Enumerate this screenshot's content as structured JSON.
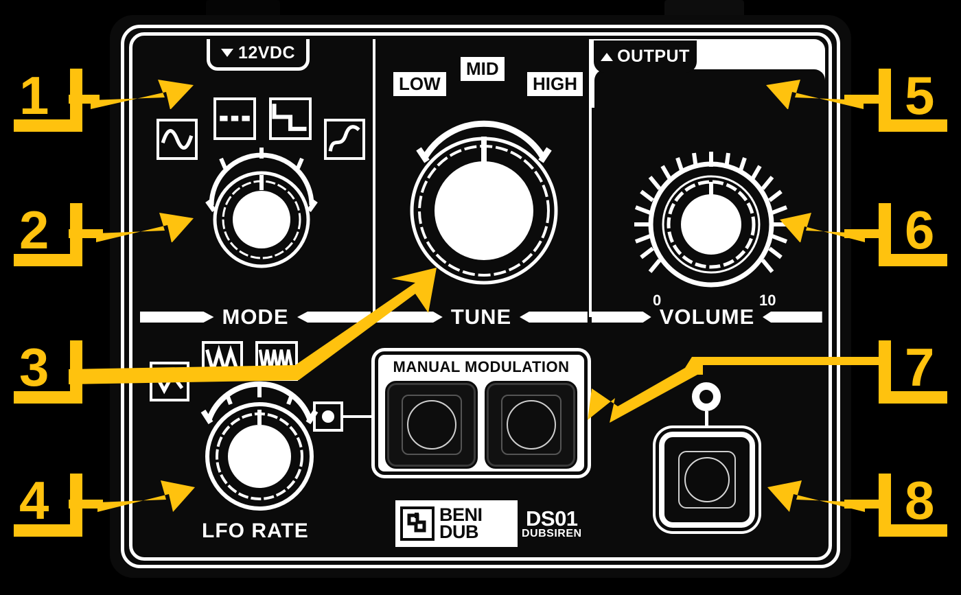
{
  "device": {
    "brand_line1": "BENI",
    "brand_line2": "DUB",
    "model": "DS01",
    "model_sub": "DUBSIREN"
  },
  "connectors": {
    "power_label": "12VDC",
    "power_icon": "triangle-down-icon",
    "output_label": "OUTPUT",
    "output_icon": "triangle-up-icon"
  },
  "sections": {
    "mode": {
      "label": "MODE",
      "icons": [
        "sine-wave-icon",
        "dashed-pulse-icon",
        "square-step-icon",
        "s-curve-icon"
      ]
    },
    "tune": {
      "label": "TUNE",
      "range_labels": [
        "LOW",
        "MID",
        "HIGH"
      ]
    },
    "volume": {
      "label": "VOLUME",
      "scale_min": "0",
      "scale_max": "10"
    },
    "lfo": {
      "label": "LFO RATE",
      "icons": [
        "slow-triangle-icon",
        "medium-triangle-icon",
        "fast-triangle-icon",
        "led-dot-icon"
      ]
    },
    "manual_modulation": {
      "label": "MANUAL MODULATION",
      "buttons": [
        "mod-button-left",
        "mod-button-right"
      ]
    },
    "footswitch": {
      "led_name": "status-led",
      "switch_name": "bypass-footswitch"
    }
  },
  "callouts": [
    {
      "number": "1",
      "side": "left",
      "target": "power-jack-12vdc"
    },
    {
      "number": "2",
      "side": "left",
      "target": "mode-knob"
    },
    {
      "number": "3",
      "side": "left",
      "target": "tune-knob"
    },
    {
      "number": "4",
      "side": "left",
      "target": "lfo-rate-knob"
    },
    {
      "number": "5",
      "side": "right",
      "target": "output-jack"
    },
    {
      "number": "6",
      "side": "right",
      "target": "volume-knob"
    },
    {
      "number": "7",
      "side": "right",
      "target": "manual-modulation-buttons"
    },
    {
      "number": "8",
      "side": "right",
      "target": "footswitch"
    }
  ],
  "colors": {
    "accent": "#FFC20E",
    "panel": "#0b0b0b",
    "ink": "#FFFFFF",
    "background": "#000000"
  }
}
